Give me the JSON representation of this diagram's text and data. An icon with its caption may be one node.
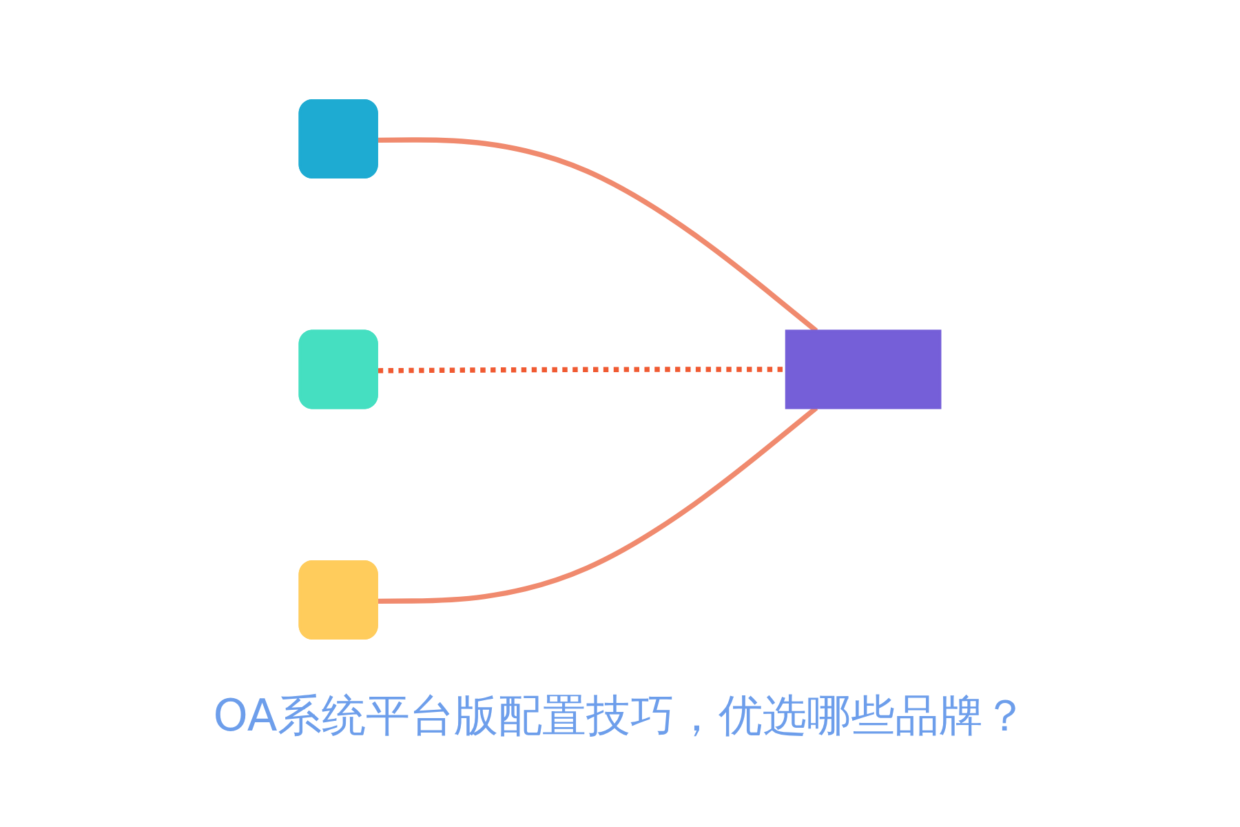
{
  "diagram": {
    "caption": "OA系统平台版配置技巧，优选哪些品牌？",
    "nodes": [
      {
        "text": [],
        "shape": "box"
      },
      {
        "text": [],
        "shape": "box"
      },
      {
        "text": [],
        "shape": "box"
      },
      {
        "text": [],
        "shape": "box"
      }
    ],
    "edges": [
      {
        "from": 0,
        "to": 3,
        "arrow": "none"
      },
      {
        "from": 1,
        "to": 3,
        "arrow": "none",
        "style": "dashed",
        "color": "#f05a32"
      },
      {
        "from": 2,
        "to": 3,
        "arrow": "none"
      }
    ]
  }
}
